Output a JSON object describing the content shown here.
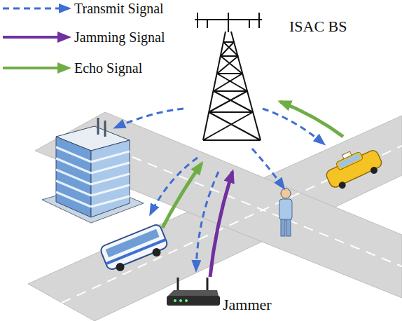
{
  "diagram": {
    "labels": [
      "ISAC BS",
      "Jammer"
    ],
    "legend": [
      {
        "text": "Transmit Signal"
      },
      {
        "text": "Jamming Signal"
      },
      {
        "text": "Echo Signal"
      }
    ]
  }
}
